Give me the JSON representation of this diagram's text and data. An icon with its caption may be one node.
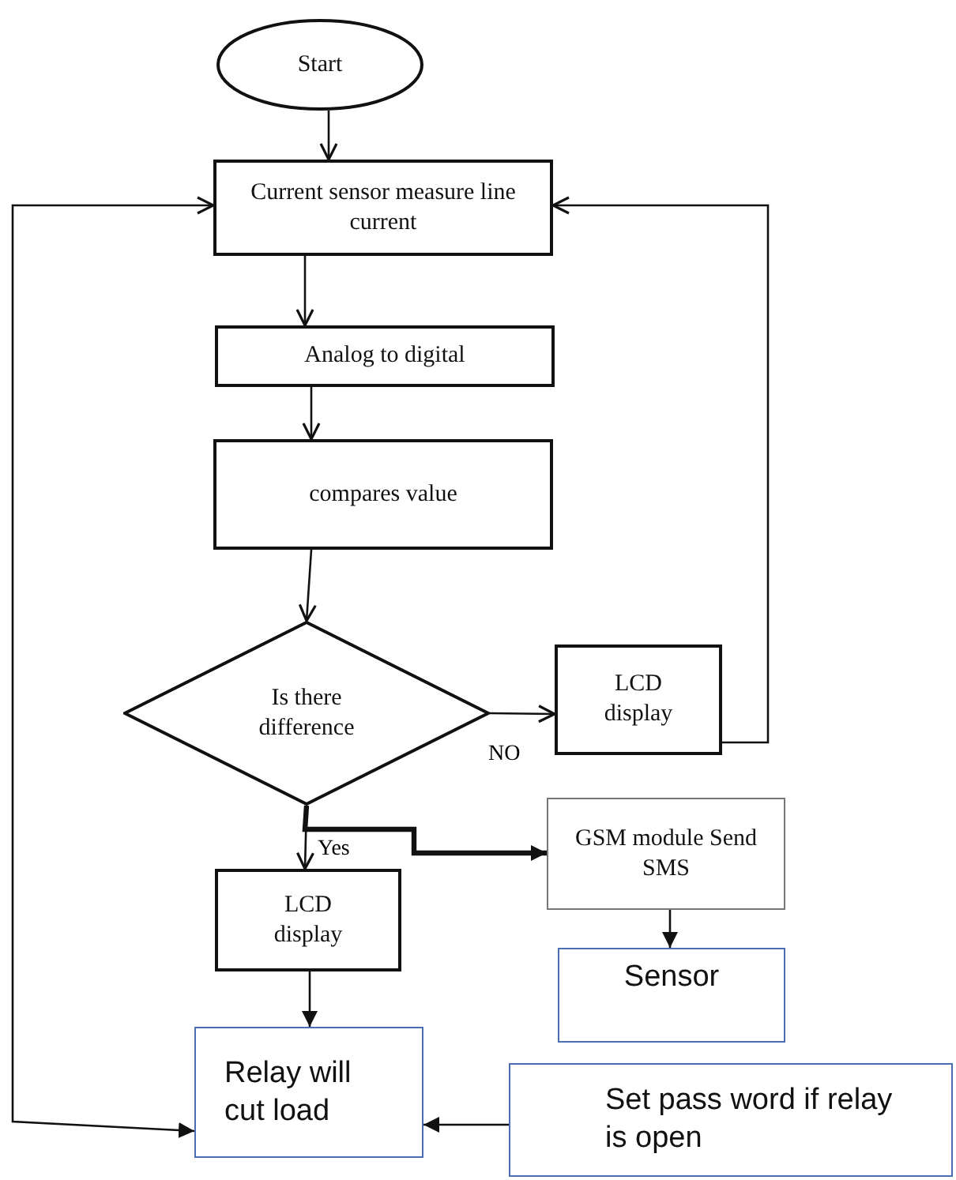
{
  "diagram": {
    "nodes": [
      {
        "text": [
          "Start"
        ]
      },
      {
        "text": [
          "Current sensor measure line current"
        ]
      },
      {
        "text": [
          "Analog to digital"
        ]
      },
      {
        "text": [
          "compares value"
        ]
      },
      {
        "text": [
          "Is there difference"
        ]
      },
      {
        "text": [
          "LCD display"
        ]
      },
      {
        "text": [
          "GSM module Send SMS"
        ]
      },
      {
        "text": [
          "LCD display"
        ]
      },
      {
        "text": [
          "Sensor"
        ]
      },
      {
        "text": [
          "Relay will cut load"
        ]
      },
      {
        "text": [
          "Set pass word if relay is open"
        ]
      }
    ],
    "edges": [
      {
        "from": 0,
        "to": 1,
        "arrow": "to"
      },
      {
        "from": 1,
        "to": 2,
        "arrow": "to"
      },
      {
        "from": 2,
        "to": 3,
        "arrow": "to"
      },
      {
        "from": 3,
        "to": 4,
        "arrow": "to"
      },
      {
        "from": 4,
        "to": 5,
        "arrow": "to",
        "label": "NO"
      },
      {
        "from": 5,
        "to": 1,
        "arrow": "to"
      },
      {
        "from": 4,
        "to": 7,
        "arrow": "to",
        "label": "Yes"
      },
      {
        "from": 4,
        "to": 6,
        "arrow": "to",
        "style": "thick"
      },
      {
        "from": 6,
        "to": 8,
        "arrow": "to"
      },
      {
        "from": 7,
        "to": 9,
        "arrow": "to"
      },
      {
        "from": 9,
        "to": 1,
        "arrow": "both"
      },
      {
        "from": 10,
        "to": 9,
        "arrow": "to"
      }
    ]
  }
}
